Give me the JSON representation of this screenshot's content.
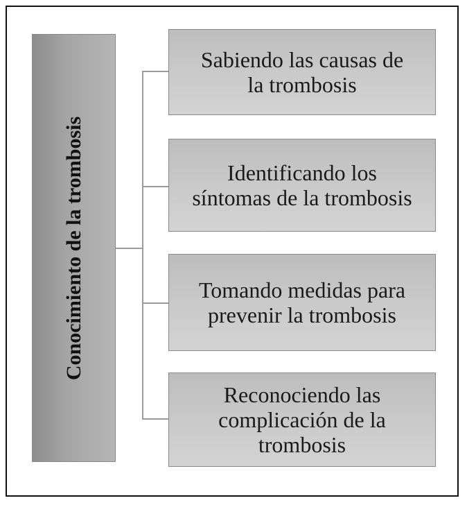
{
  "diagram": {
    "root": {
      "label": "Conocimiento de la trombosis"
    },
    "children": [
      {
        "label": "Sabiendo  las causas de\nla  trombosis"
      },
      {
        "label": "Identificando los\nsíntomas de la trombosis"
      },
      {
        "label": "Tomando medidas para\nprevenir la trombosis"
      },
      {
        "label": "Reconociendo las\ncomplicación de la\ntrombosis"
      }
    ]
  }
}
